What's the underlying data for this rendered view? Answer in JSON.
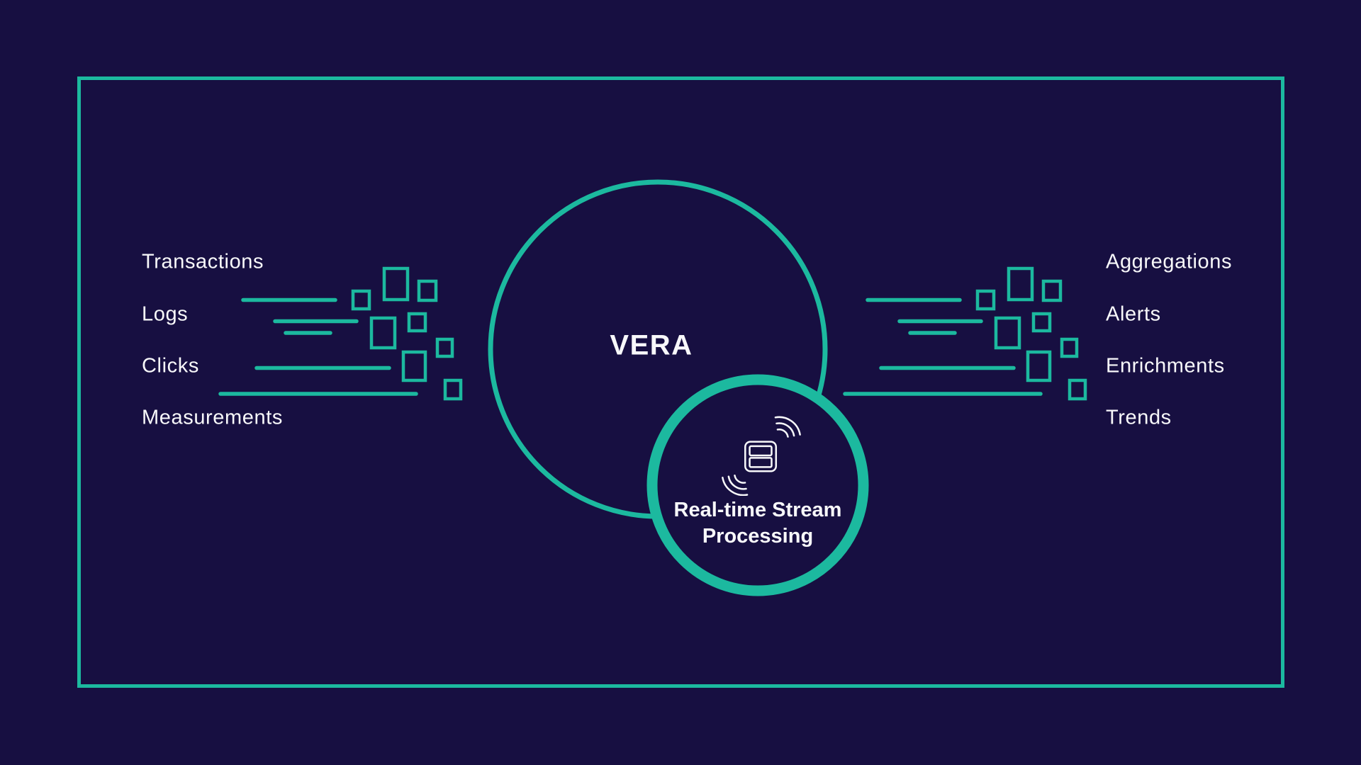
{
  "colors": {
    "bg": "#170F41",
    "accent": "#1CB99F",
    "text": "#F8F8FA"
  },
  "core": {
    "label": "VERA"
  },
  "processor": {
    "icon_name": "stream-processing-icon",
    "label_lines": [
      "Real-time Stream",
      "Processing"
    ]
  },
  "inputs": {
    "items": [
      "Transactions",
      "Logs",
      "Clicks",
      "Measurements"
    ]
  },
  "outputs": {
    "items": [
      "Aggregations",
      "Alerts",
      "Enrichments",
      "Trends"
    ]
  }
}
